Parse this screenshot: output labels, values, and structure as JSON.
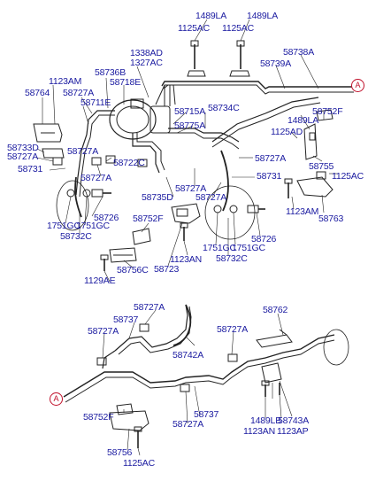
{
  "reference_marker": "A",
  "labels": {
    "p1489la_a": "1489LA",
    "p1489la_b": "1489LA",
    "p1125ac_a": "1125AC",
    "p1125ac_b": "1125AC",
    "p1338ad": "1338AD",
    "p1327ac": "1327AC",
    "p58738a": "58738A",
    "p58739a": "58739A",
    "p58736b": "58736B",
    "p58718e": "58718E",
    "p1123am_a": "1123AM",
    "p58764": "58764",
    "p58727a_a": "58727A",
    "p58711e": "58711E",
    "p58715a": "58715A",
    "p58734c": "58734C",
    "p58775a": "58775A",
    "p58752f_a": "58752F",
    "p1489la_c": "1489LA",
    "p1125ad": "1125AD",
    "p58733d": "58733D",
    "p58727a_b": "58727A",
    "p58727a_c": "58727A",
    "p58731_a": "58731",
    "p58722c": "58722C",
    "p58755": "58755",
    "p1125ac_c": "1125AC",
    "p58727a_d": "58727A",
    "p58731_b": "58731",
    "p58727a_e": "58727A",
    "p58735d": "58735D",
    "p58727a_f": "58727A",
    "p1123am_b": "1123AM",
    "p58763": "58763",
    "p58726_a": "58726",
    "p1751gc_a": "1751GC",
    "p1751gc_b": "1751GC",
    "p58732c_a": "58732C",
    "p58752f_b": "58752F",
    "p1751gc_c": "1751GC",
    "p1751gc_d": "1751GC",
    "p58726_b": "58726",
    "p58732c_b": "58732C",
    "p58723": "58723",
    "p1123an_a": "1123AN",
    "p58756c": "58756C",
    "p1129ae": "1129AE",
    "p58727a_g": "58727A",
    "p58737_a": "58737",
    "p58762": "58762",
    "p58727a_h": "58727A",
    "p58727a_i": "58727A",
    "p58742a": "58742A",
    "p58737_b": "58737",
    "p58727a_j": "58727A",
    "p58752f_c": "58752F",
    "p58756": "58756",
    "p1125ac_d": "1125AC",
    "p1489lb": "1489LB",
    "p1123an_b": "1123AN",
    "p58743a": "58743A",
    "p1123ap": "1123AP"
  }
}
